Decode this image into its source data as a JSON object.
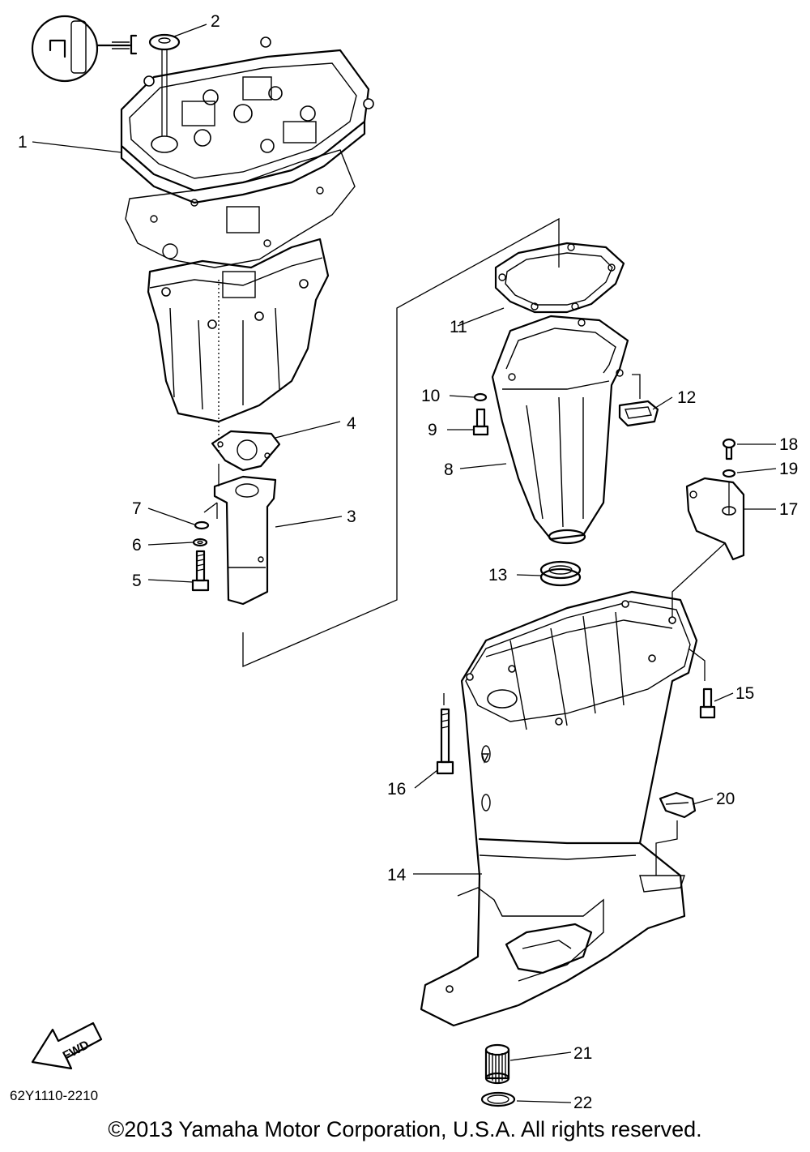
{
  "diagram": {
    "callouts": [
      {
        "id": "c1",
        "label": "1"
      },
      {
        "id": "c2",
        "label": "2"
      },
      {
        "id": "c3",
        "label": "3"
      },
      {
        "id": "c4",
        "label": "4"
      },
      {
        "id": "c5",
        "label": "5"
      },
      {
        "id": "c6",
        "label": "6"
      },
      {
        "id": "c7",
        "label": "7"
      },
      {
        "id": "c8",
        "label": "8"
      },
      {
        "id": "c9",
        "label": "9"
      },
      {
        "id": "c10",
        "label": "10"
      },
      {
        "id": "c11",
        "label": "11"
      },
      {
        "id": "c12",
        "label": "12"
      },
      {
        "id": "c13",
        "label": "13"
      },
      {
        "id": "c14",
        "label": "14"
      },
      {
        "id": "c15",
        "label": "15"
      },
      {
        "id": "c16",
        "label": "16"
      },
      {
        "id": "c17",
        "label": "17"
      },
      {
        "id": "c18",
        "label": "18"
      },
      {
        "id": "c19",
        "label": "19"
      },
      {
        "id": "c20",
        "label": "20"
      },
      {
        "id": "c21",
        "label": "21"
      },
      {
        "id": "c22",
        "label": "22"
      }
    ],
    "fwd_label": "FWD",
    "drawing_code": "62Y1110-2210",
    "copyright": "©2013 Yamaha Motor Corporation, U.S.A. All rights reserved."
  }
}
